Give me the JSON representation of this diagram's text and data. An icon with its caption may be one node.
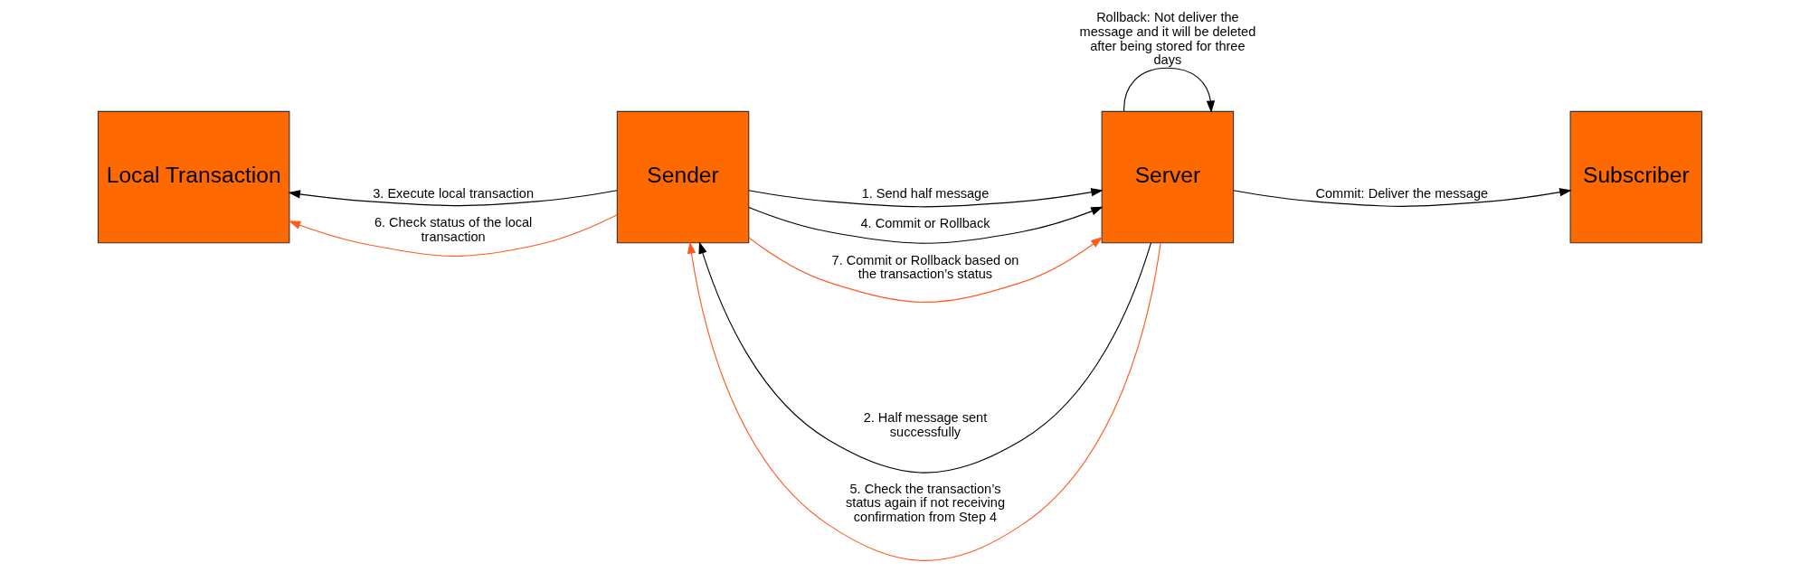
{
  "diagram": {
    "nodes": [
      {
        "text": [
          "Local Transaction"
        ]
      },
      {
        "text": [
          "Sender"
        ]
      },
      {
        "text": [
          "Server"
        ]
      },
      {
        "text": [
          "Subscriber"
        ]
      }
    ],
    "edges": [
      {
        "from": 1,
        "to": 2,
        "arrow": "to",
        "label": "1. Send half message"
      },
      {
        "from": 2,
        "to": 1,
        "arrow": "to",
        "label": "2. Half message sent successfully"
      },
      {
        "from": 1,
        "to": 0,
        "arrow": "to",
        "label": "3. Execute local transaction"
      },
      {
        "from": 1,
        "to": 2,
        "arrow": "to",
        "label": "4. Commit or Rollback"
      },
      {
        "from": 2,
        "to": 1,
        "arrow": "to",
        "label": "5. Check the transaction’s status again if not receiving confirmation from Step 4",
        "color": "#ff5a1f"
      },
      {
        "from": 1,
        "to": 0,
        "arrow": "to",
        "label": "6. Check status of the local transaction",
        "color": "#ff5a1f"
      },
      {
        "from": 1,
        "to": 2,
        "arrow": "to",
        "label": "7. Commit or Rollback based on the transaction’s status",
        "color": "#ff5a1f"
      },
      {
        "from": 2,
        "to": 3,
        "arrow": "to",
        "label": "Commit: Deliver the message"
      },
      {
        "from": 2,
        "to": 2,
        "arrow": "to",
        "label": "Rollback: Not deliver the message and it will be deleted after being stored for three days"
      }
    ]
  }
}
